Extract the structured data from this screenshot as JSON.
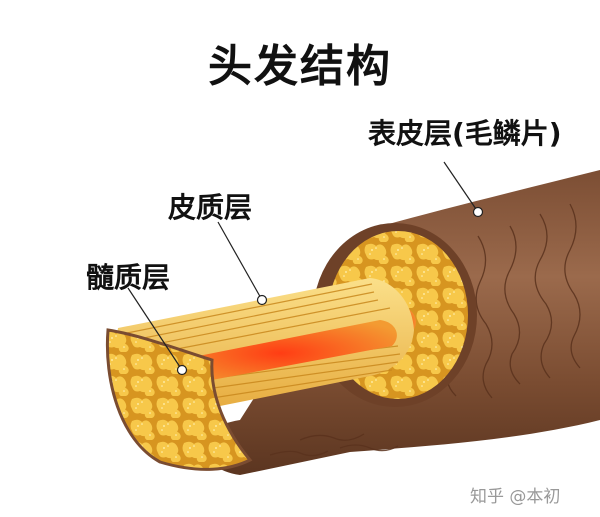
{
  "title": "头发结构",
  "labels": {
    "cuticle": "表皮层(毛鳞片)",
    "cortex": "皮质层",
    "medulla": "髓质层"
  },
  "watermark": "知乎 @本初",
  "colors": {
    "shaft": "#8a5a3e",
    "shaft_dark": "#6b4129",
    "cuticle_lines": "#5e3622",
    "cortex_fiber": "#f5c64a",
    "cortex_fiber_line": "#d39a25",
    "cell": "#f6c443",
    "medulla": "#f0692a"
  }
}
